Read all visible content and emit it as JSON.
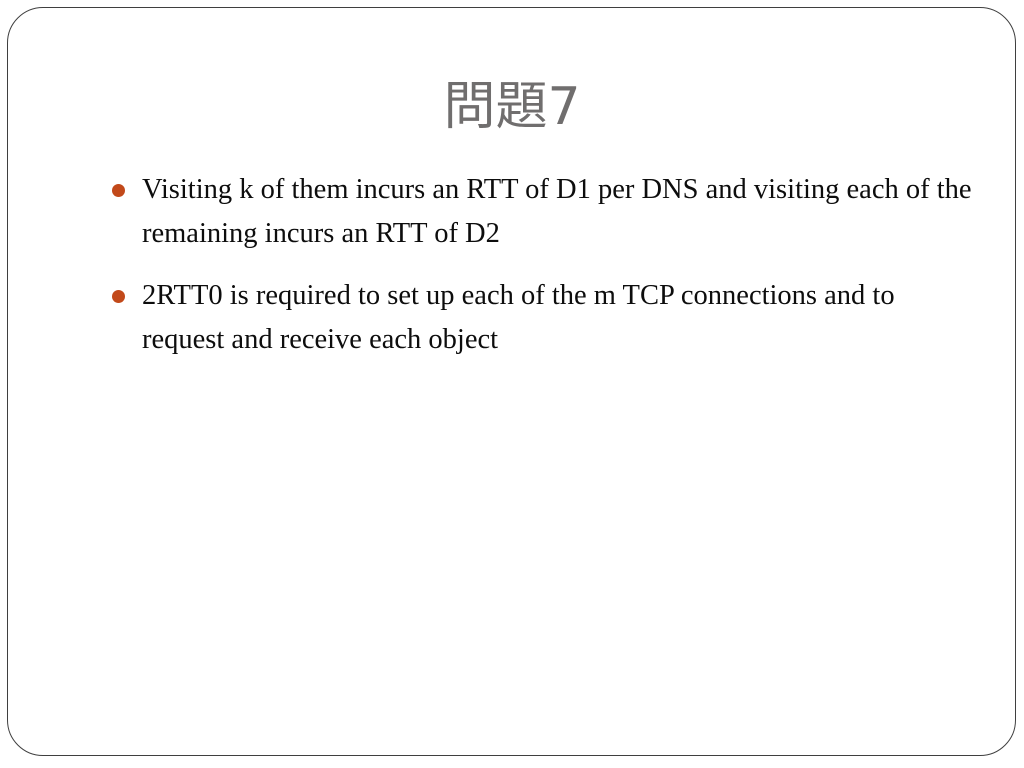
{
  "slide": {
    "title": "問題7",
    "title_color": "#706E6E",
    "background_color": "#FFFFFF",
    "border_color": "#3F3F3F",
    "bullet_color": "#C2491A",
    "body_text_color": "#0D0D0D",
    "bullets": [
      {
        "marker": "filled-circle-bullet",
        "text": "Visiting k of them incurs an RTT of D1 per DNS and visiting each of the remaining incurs an RTT of D2"
      },
      {
        "marker": "filled-circle-bullet",
        "text": "2RTT0 is required to set up each of the m TCP connections and to request and receive each object"
      }
    ]
  }
}
